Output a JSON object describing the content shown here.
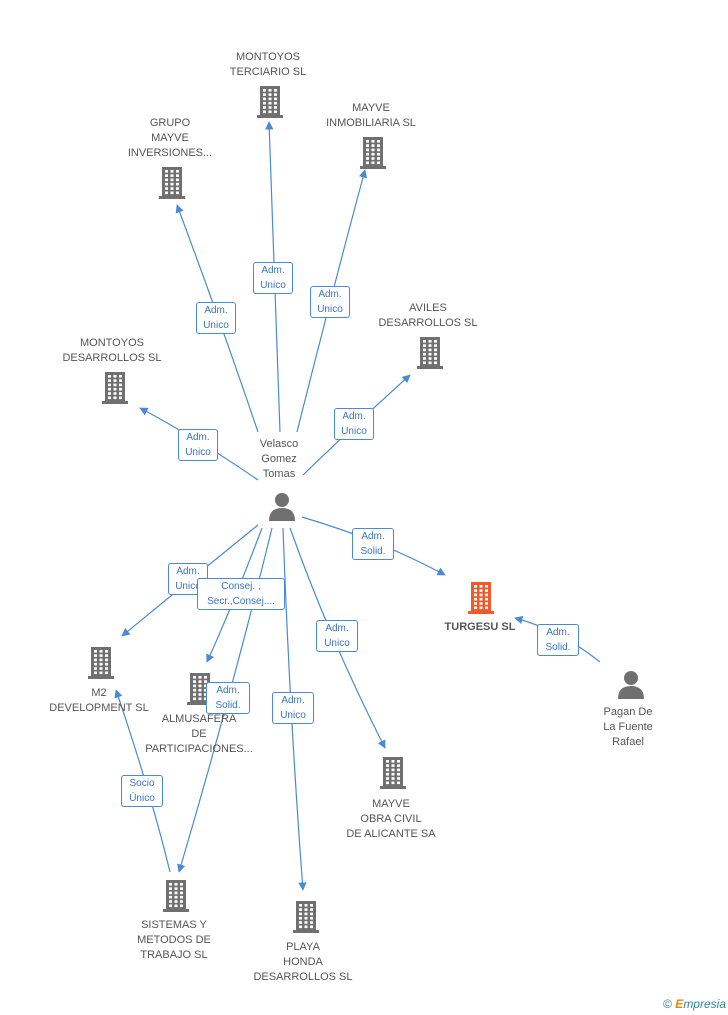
{
  "colors": {
    "edge": "#4a8ad4",
    "building": "#707070",
    "building_highlight": "#f05a2a",
    "person": "#707070"
  },
  "nodes": [
    {
      "id": "montoyos_terciario",
      "name": "MONTOYOS\nTERCIARIO SL",
      "kind": "building-icon"
    },
    {
      "id": "mayve_inmobiliaria",
      "name": "MAYVE\nINMOBILIARIA SL",
      "kind": "building-icon"
    },
    {
      "id": "grupo_mayve",
      "name": "GRUPO\nMAYVE\nINVERSIONES...",
      "kind": "building-icon"
    },
    {
      "id": "aviles",
      "name": "AVILES\nDESARROLLOS SL",
      "kind": "building-icon"
    },
    {
      "id": "montoyos_desarrollos",
      "name": "MONTOYOS\nDESARROLLOS SL",
      "kind": "building-icon"
    },
    {
      "id": "velasco",
      "name": "Velasco\nGomez\nTomas",
      "kind": "person-icon"
    },
    {
      "id": "turgesu",
      "name": "TURGESU SL",
      "kind": "building-icon",
      "highlight": true
    },
    {
      "id": "m2",
      "name": "M2\nDEVELOPMENT SL",
      "kind": "building-icon"
    },
    {
      "id": "almusafera",
      "name": "ALMUSAFERA\nDE\nPARTICIPACIONES...",
      "kind": "building-icon"
    },
    {
      "id": "pagan",
      "name": "Pagan De\nLa Fuente\nRafael",
      "kind": "person-icon"
    },
    {
      "id": "mayve_obra",
      "name": "MAYVE\nOBRA CIVIL\nDE ALICANTE SA",
      "kind": "building-icon"
    },
    {
      "id": "sistemas",
      "name": "SISTEMAS Y\nMETODOS DE\nTRABAJO  SL",
      "kind": "building-icon"
    },
    {
      "id": "playa_honda",
      "name": "PLAYA\nHONDA\nDESARROLLOS SL",
      "kind": "building-icon"
    }
  ],
  "edges": [
    {
      "from": "velasco",
      "to": "montoyos_terciario",
      "label": "Adm.\nUnico"
    },
    {
      "from": "velasco",
      "to": "mayve_inmobiliaria",
      "label": "Adm.\nUnico"
    },
    {
      "from": "velasco",
      "to": "grupo_mayve",
      "label": "Adm.\nUnico"
    },
    {
      "from": "velasco",
      "to": "aviles",
      "label": "Adm.\nUnico"
    },
    {
      "from": "velasco",
      "to": "montoyos_desarrollos",
      "label": "Adm.\nUnico"
    },
    {
      "from": "velasco",
      "to": "turgesu",
      "label": "Adm.\nSolid."
    },
    {
      "from": "pagan",
      "to": "turgesu",
      "label": "Adm.\nSolid."
    },
    {
      "from": "velasco",
      "to": "m2",
      "label": "Adm.\nUnico"
    },
    {
      "from": "velasco",
      "to": "almusafera",
      "label": "Consej. ,\nSecr.,Consej...."
    },
    {
      "from": "velasco",
      "to": "sistemas",
      "label": "Adm.\nSolid."
    },
    {
      "from": "velasco",
      "to": "playa_honda",
      "label": "Adm.\nUnico"
    },
    {
      "from": "velasco",
      "to": "mayve_obra",
      "label": "Adm.\nUnico"
    },
    {
      "from": "sistemas",
      "to": "m2",
      "label": "Socio\nÚnico"
    }
  ],
  "footer": {
    "copyright": "©",
    "brand_first": "E",
    "brand_rest": "mpresia"
  }
}
